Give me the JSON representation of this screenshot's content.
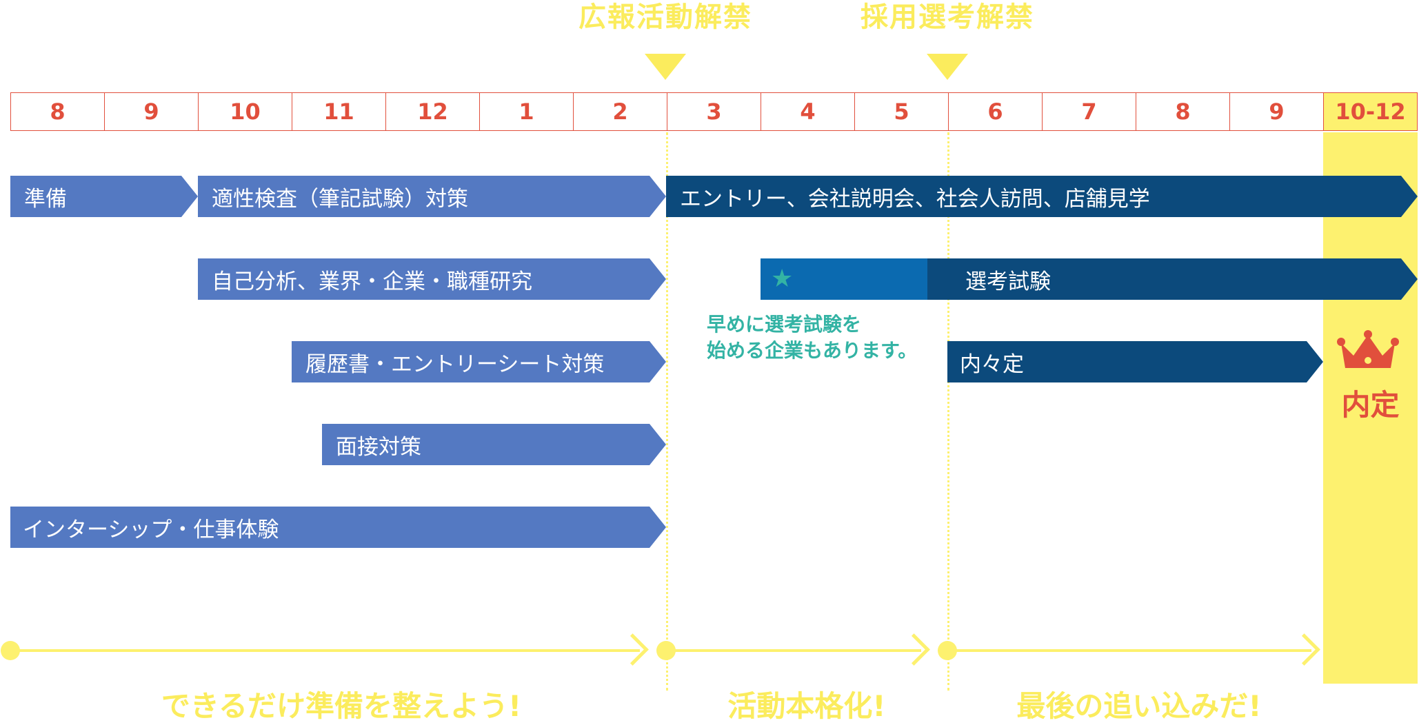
{
  "milestones": [
    "広報活動解禁",
    "採用選考解禁"
  ],
  "months": [
    "8",
    "9",
    "10",
    "11",
    "12",
    "1",
    "2",
    "3",
    "4",
    "5",
    "6",
    "7",
    "8",
    "9",
    "10-12"
  ],
  "bars": {
    "junbi": "準備",
    "tekisei": "適性検査（筆記試験）対策",
    "entry": "エントリー、会社説明会、社会人訪問、店舗見学",
    "jiko": "自己分析、業界・企業・職種研究",
    "senko": "選考試験",
    "rireki": "履歴書・エントリーシート対策",
    "nainaitei": "内々定",
    "mensetsu": "面接対策",
    "intern": "インターシップ・仕事体験"
  },
  "note": {
    "line1": "早めに選考試験を",
    "line2": "始める企業もあります。",
    "star": "★"
  },
  "naitei": "内定",
  "phases": [
    "できるだけ準備を整えよう!",
    "活動本格化!",
    "最後の追い込みだ!"
  ],
  "colors": {
    "yellow": "#fdf16f",
    "red": "#e14f3c",
    "bar_light": "#5479c2",
    "bar_dark": "#0c4a7c",
    "bar_mid": "#0b6ab0",
    "teal": "#33b3a4"
  }
}
